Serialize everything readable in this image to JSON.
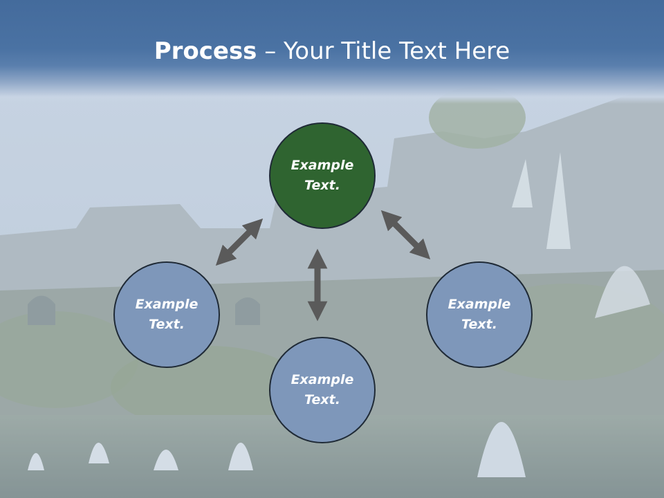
{
  "title": {
    "bold": "Process",
    "rest": " – Your Title Text Here"
  },
  "nodes": [
    {
      "text": "Example Text.",
      "color": "#2f6430"
    },
    {
      "text": "Example Text.",
      "color": "#7e97ba"
    },
    {
      "text": "Example Text.",
      "color": "#7e97ba"
    },
    {
      "text": "Example Text.",
      "color": "#7e97ba"
    }
  ],
  "colors": {
    "header": "#4a72a3",
    "arrow": "#5a5a5a",
    "node_border": "#1f2a36"
  }
}
